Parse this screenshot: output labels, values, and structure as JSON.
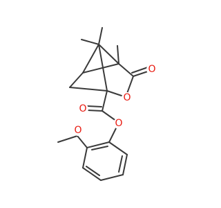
{
  "colors": {
    "background": "#ffffff",
    "bond": "#3a3a3a",
    "oxygen": "#e8190f"
  },
  "molecule": {
    "atoms": [
      {
        "id": "carbonyl-oxygen-lactone",
        "symbol": "O",
        "color": "#e8190f"
      },
      {
        "id": "ring-oxygen-lactone",
        "symbol": "O",
        "color": "#e8190f"
      },
      {
        "id": "carbonyl-oxygen-ester",
        "symbol": "O",
        "color": "#e8190f"
      },
      {
        "id": "ester-oxygen",
        "symbol": "O",
        "color": "#e8190f"
      },
      {
        "id": "methoxy-oxygen",
        "symbol": "O",
        "color": "#e8190f"
      }
    ]
  }
}
